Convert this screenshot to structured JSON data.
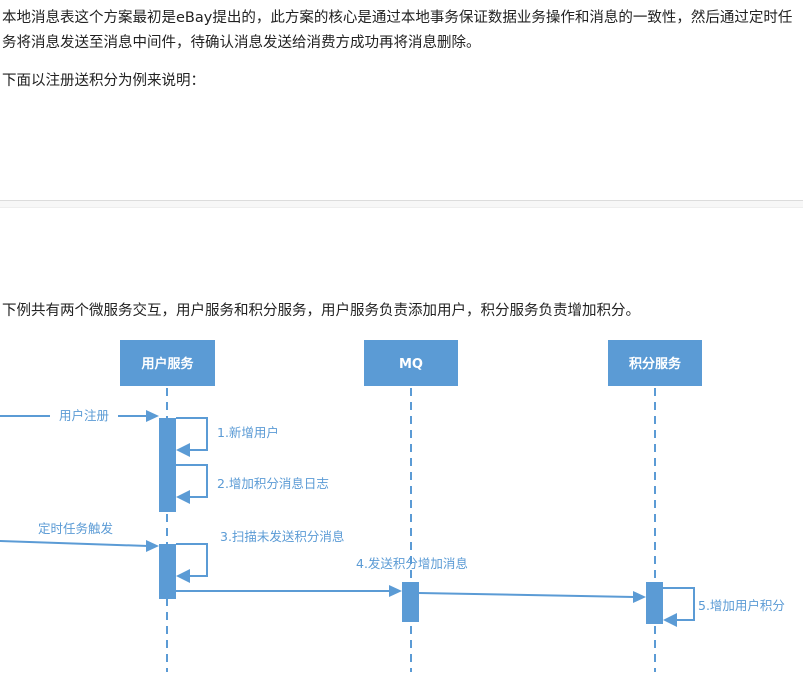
{
  "intro": {
    "paragraph1": "本地消息表这个方案最初是eBay提出的，此方案的核心是通过本地事务保证数据业务操作和消息的一致性，然后通过定时任务将消息发送至消息中间件，待确认消息发送给消费方成功再将消息删除。",
    "paragraph2": "下面以注册送积分为例来说明："
  },
  "section2": {
    "paragraph": "下例共有两个微服务交互，用户服务和积分服务，用户服务负责添加用户，积分服务负责增加积分。"
  },
  "diagram": {
    "accent_color": "#5b9bd5",
    "participants": [
      "用户服务",
      "MQ",
      "积分服务"
    ],
    "messages": {
      "user_register": "用户注册",
      "new_user": "1.新增用户",
      "add_log": "2.增加积分消息日志",
      "timer": "定时任务触发",
      "scan": "3.扫描未发送积分消息",
      "send": "4.发送积分增加消息",
      "add_points": "5.增加用户积分"
    }
  }
}
